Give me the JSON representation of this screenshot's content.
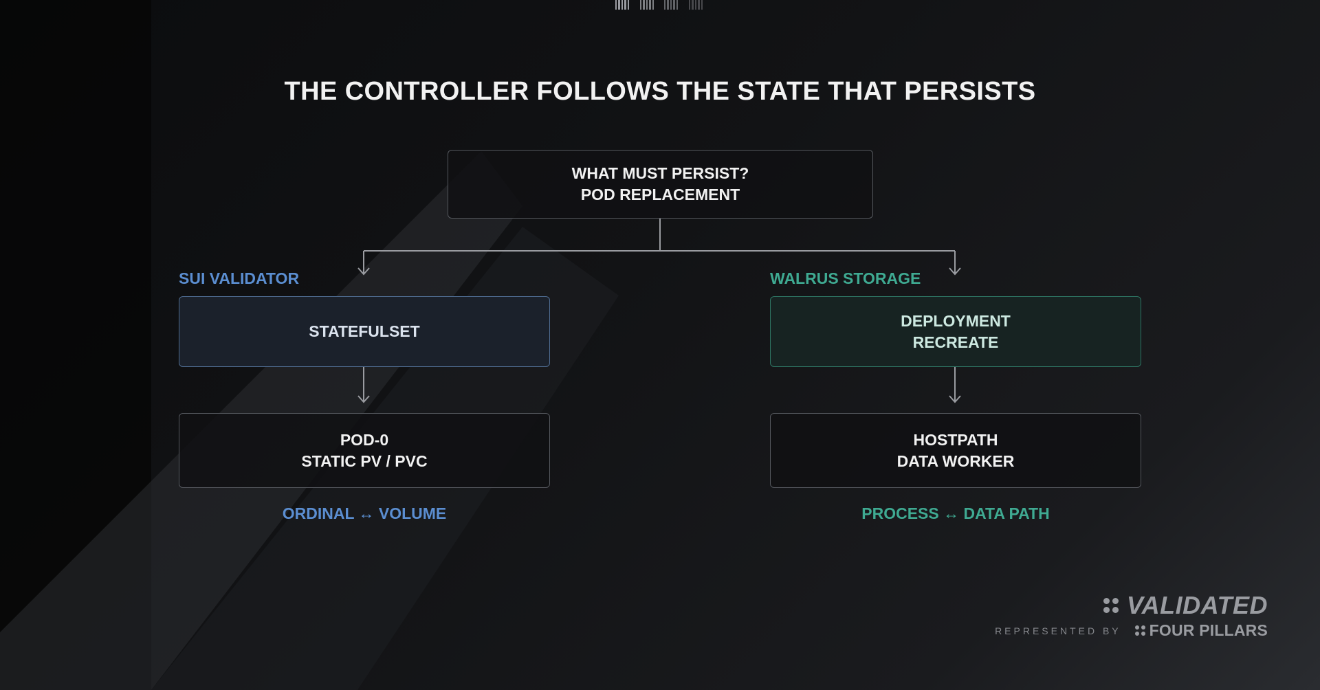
{
  "slide": {
    "title": "THE CONTROLLER FOLLOWS THE STATE THAT PERSISTS"
  },
  "diagram": {
    "root": {
      "line1": "WHAT MUST PERSIST?",
      "line2": "POD REPLACEMENT"
    },
    "left": {
      "label": "SUI VALIDATOR",
      "controller": {
        "line1": "STATEFULSET"
      },
      "target": {
        "line1": "POD-0",
        "line2": "STATIC PV / PVC"
      },
      "caption": "ORDINAL ↔ VOLUME",
      "color": "#5b8ed1"
    },
    "right": {
      "label": "WALRUS STORAGE",
      "controller": {
        "line1": "DEPLOYMENT",
        "line2": "RECREATE"
      },
      "target": {
        "line1": "HOSTPATH",
        "line2": "DATA WORKER"
      },
      "caption": "PROCESS ↔ DATA PATH",
      "color": "#3faa92"
    }
  },
  "branding": {
    "main": "VALIDATED",
    "represented_by": "REPRESENTED BY",
    "partner": "FOUR PILLARS"
  }
}
